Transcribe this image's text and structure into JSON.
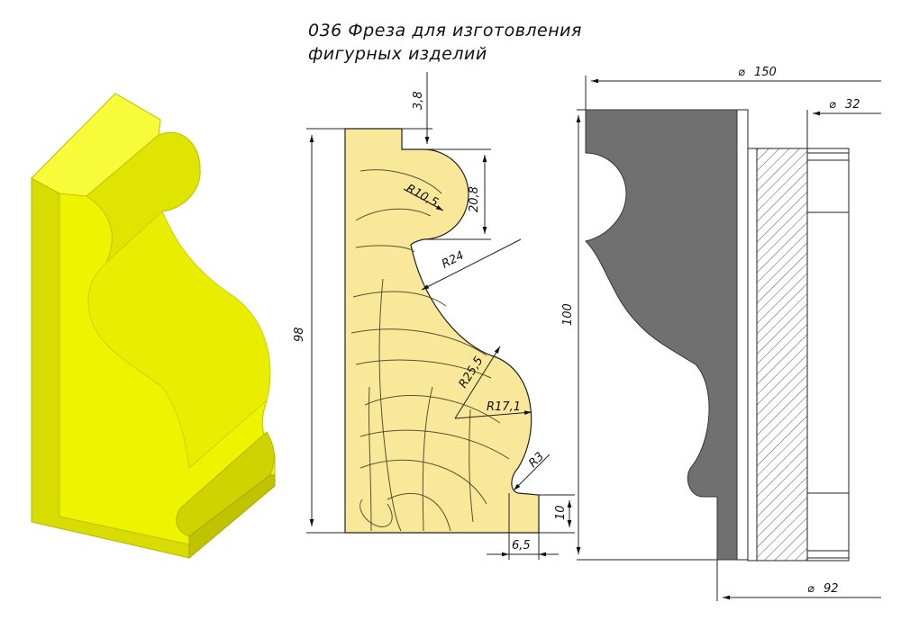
{
  "title": {
    "line1": "036 Фреза для изготовления",
    "line2": "фигурных изделий"
  },
  "colors": {
    "yellow": "#f0f500",
    "yellow_shade": "#c9c900",
    "profile_fill": "#faeb9d",
    "cutter_body": "#707070",
    "page": "#ffffff"
  },
  "profile_dims": {
    "d_3_8": "3,8",
    "d_20_8": "20,8",
    "r10_5": "R10,5",
    "r24": "R24",
    "r25_5": "R25,5",
    "r17_1": "R17,1",
    "r3": "R3",
    "d_98": "98",
    "d_10": "10",
    "d_6_5": "6,5"
  },
  "cutter_dims": {
    "d150": "150",
    "d32": "32",
    "d92": "92",
    "h100": "100",
    "diameter_symbol": "⌀"
  }
}
